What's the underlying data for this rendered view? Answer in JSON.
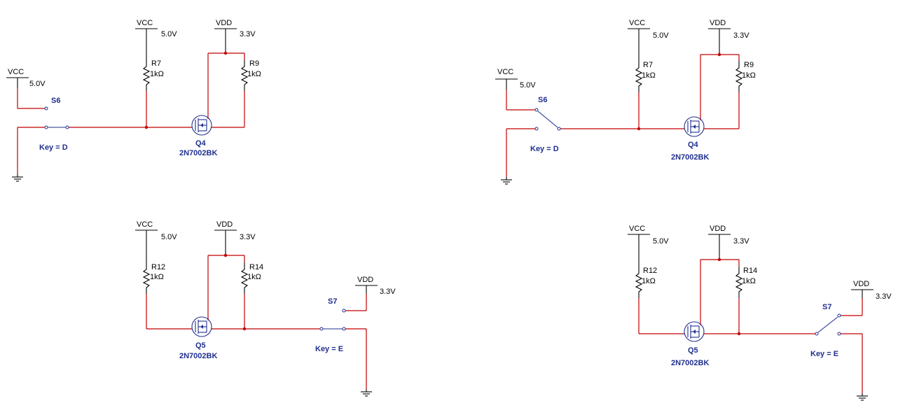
{
  "colors": {
    "wire": "#c00000",
    "component": "#000000",
    "label": "#1f2f8f",
    "background": "#ffffff"
  },
  "circuits": [
    {
      "id": "c1",
      "vcc_name": "VCC",
      "vcc_value": "5.0V",
      "vdd_name": "VDD",
      "vdd_value": "3.3V",
      "r_gate_name": "R7",
      "r_gate_value": "1kΩ",
      "r_drain_name": "R9",
      "r_drain_value": "1kΩ",
      "q_name": "Q4",
      "q_part": "2N7002BK",
      "sw_name": "S6",
      "sw_key": "Key = D",
      "sw_supply_name": "VCC",
      "sw_supply_value": "5.0V",
      "switch_state": "open"
    },
    {
      "id": "c2",
      "vcc_name": "VCC",
      "vcc_value": "5.0V",
      "vdd_name": "VDD",
      "vdd_value": "3.3V",
      "r_gate_name": "R7",
      "r_gate_value": "1kΩ",
      "r_drain_name": "R9",
      "r_drain_value": "1kΩ",
      "q_name": "Q4",
      "q_part": "2N7002BK",
      "sw_name": "S6",
      "sw_key": "Key = D",
      "sw_supply_name": "VCC",
      "sw_supply_value": "5.0V",
      "switch_state": "to-supply"
    },
    {
      "id": "c3",
      "vcc_name": "VCC",
      "vcc_value": "5.0V",
      "vdd_name": "VDD",
      "vdd_value": "3.3V",
      "r_gate_name": "R12",
      "r_gate_value": "1kΩ",
      "r_drain_name": "R14",
      "r_drain_value": "1kΩ",
      "q_name": "Q5",
      "q_part": "2N7002BK",
      "sw_name": "S7",
      "sw_key": "Key = E",
      "sw_supply_name": "VDD",
      "sw_supply_value": "3.3V",
      "switch_state": "open"
    },
    {
      "id": "c4",
      "vcc_name": "VCC",
      "vcc_value": "5.0V",
      "vdd_name": "VDD",
      "vdd_value": "3.3V",
      "r_gate_name": "R12",
      "r_gate_value": "1kΩ",
      "r_drain_name": "R14",
      "r_drain_value": "1kΩ",
      "q_name": "Q5",
      "q_part": "2N7002BK",
      "sw_name": "S7",
      "sw_key": "Key = E",
      "sw_supply_name": "VDD",
      "sw_supply_value": "3.3V",
      "switch_state": "to-supply"
    }
  ]
}
